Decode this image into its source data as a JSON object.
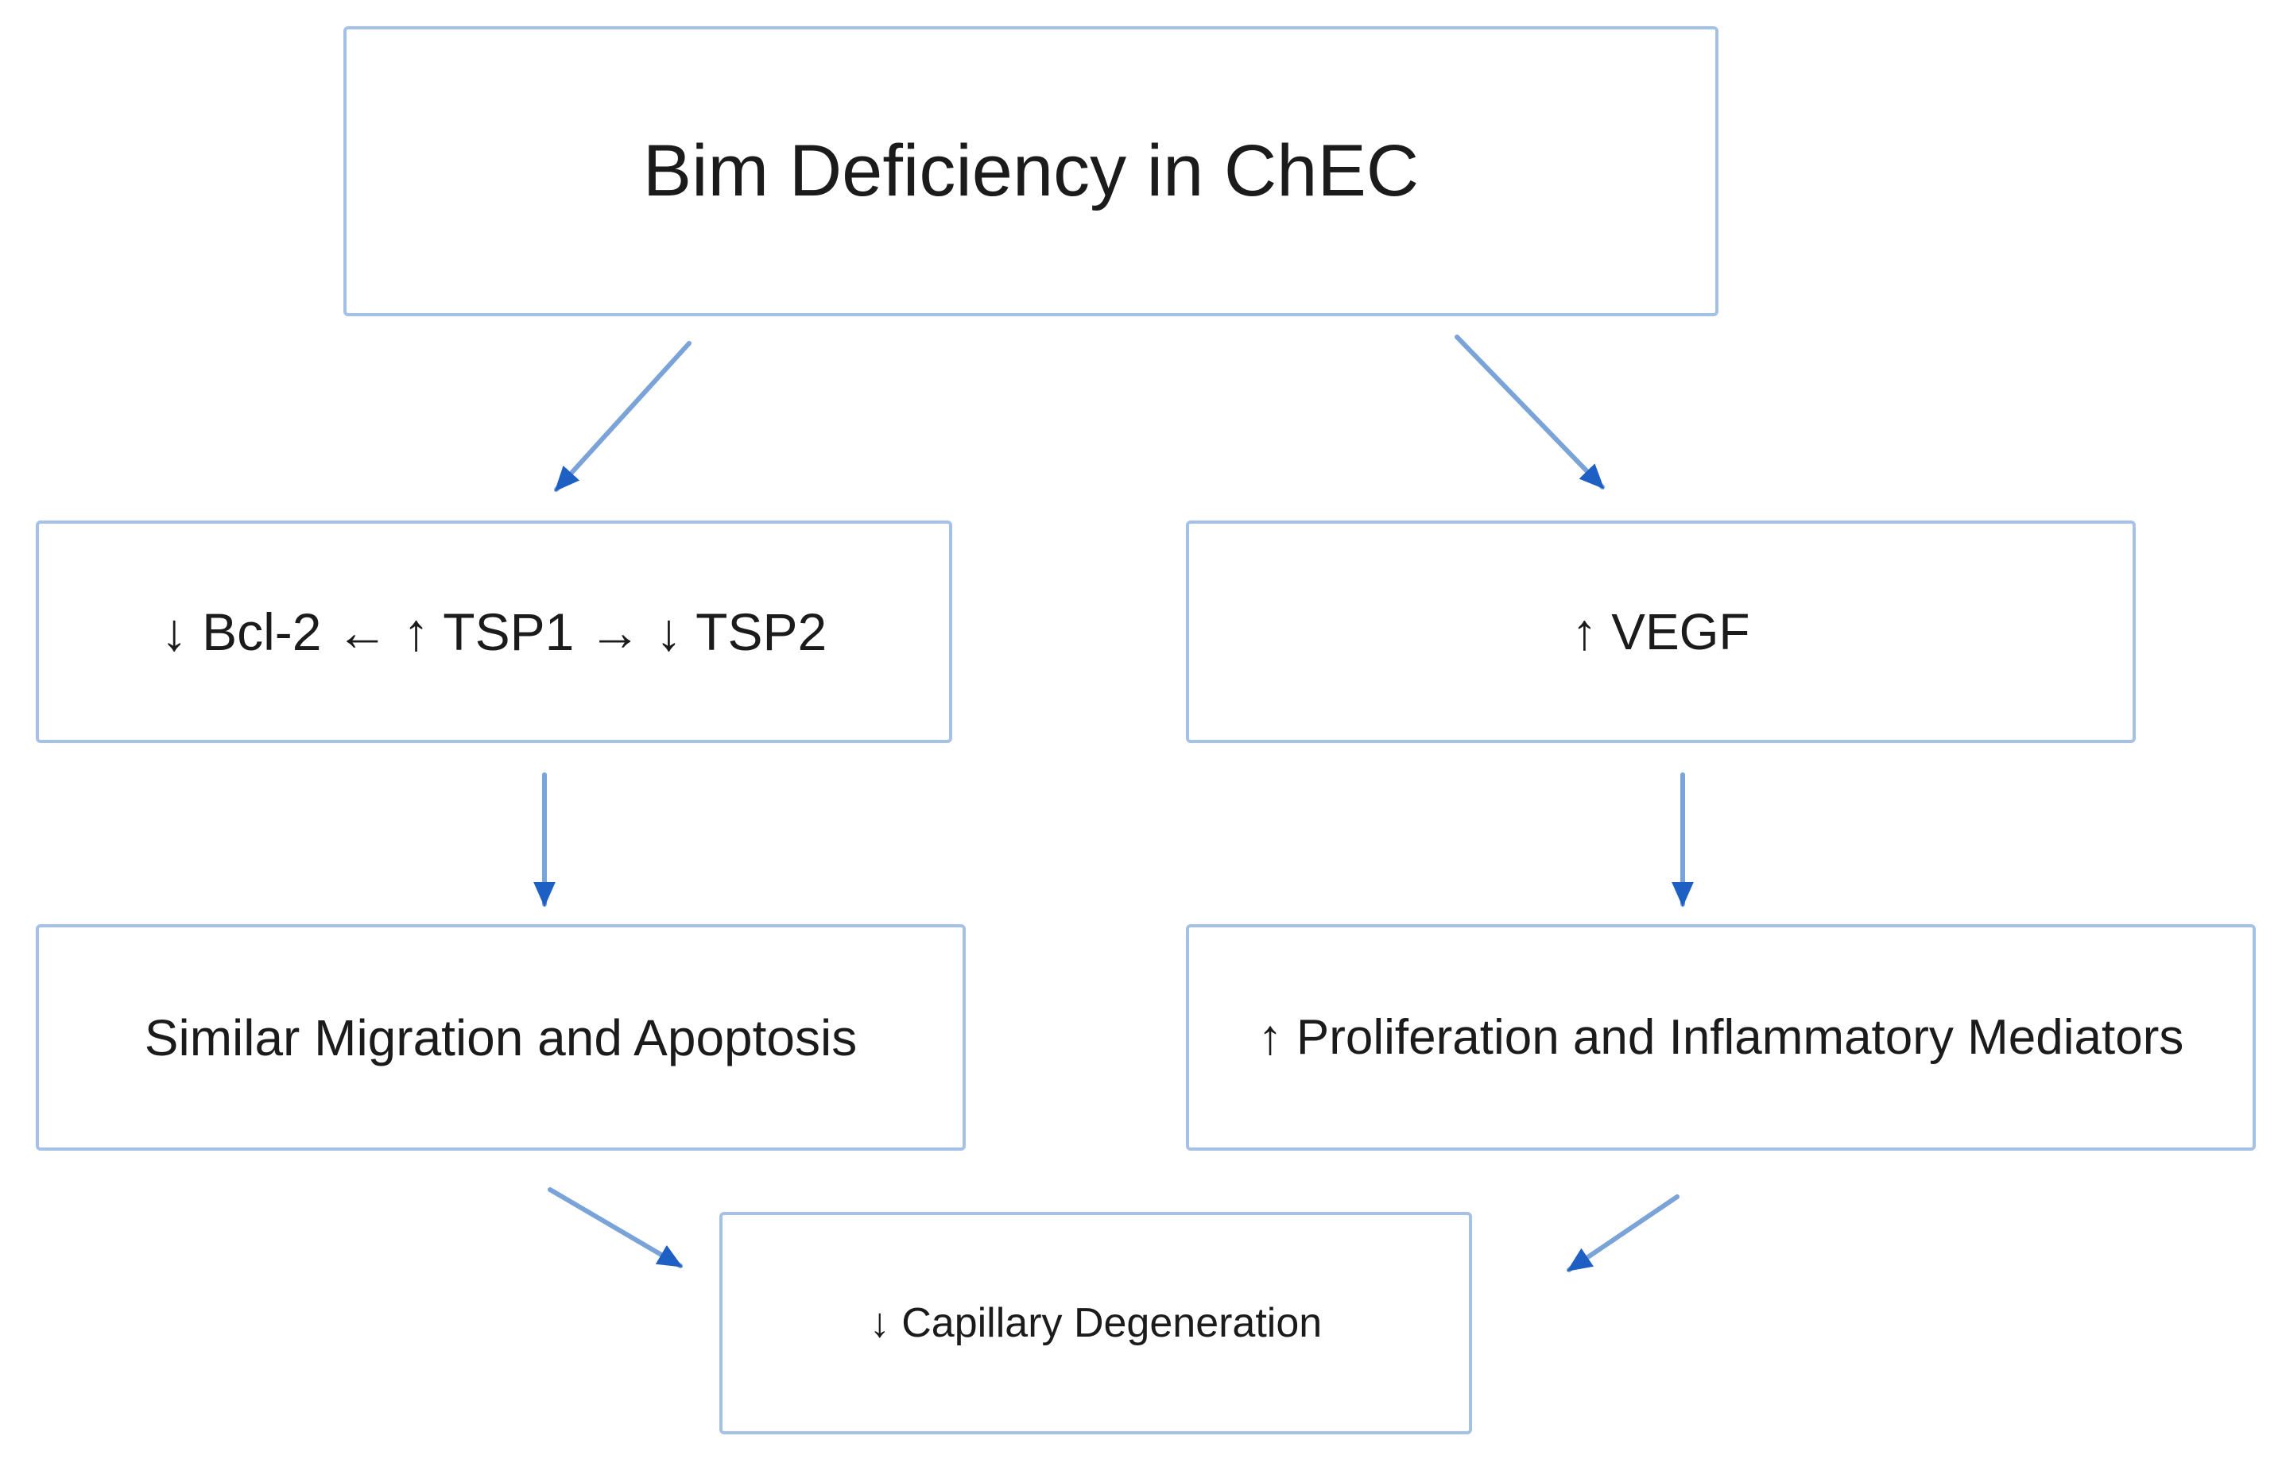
{
  "diagram": {
    "background": "#ffffff",
    "colors": {
      "box_border": "#a6c1e6",
      "arrow_stem": "#7aa3d8",
      "arrow_head": "#1d5fc2",
      "text": "#1b1b1b"
    },
    "nodes": [
      {
        "id": "bim",
        "label": "Bim Deficiency in ChEC"
      },
      {
        "id": "tsp",
        "label": "↓ Bcl-2 ← ↑ TSP1 → ↓ TSP2"
      },
      {
        "id": "vegf",
        "label": "↑ VEGF"
      },
      {
        "id": "migration",
        "label": "Similar Migration and Apoptosis"
      },
      {
        "id": "proliferation",
        "label": "↑ Proliferation and Inflammatory Mediators"
      },
      {
        "id": "capillary",
        "label": "↓ Capillary Degeneration"
      }
    ],
    "edges": [
      {
        "from": "bim",
        "to": "tsp"
      },
      {
        "from": "bim",
        "to": "vegf"
      },
      {
        "from": "tsp",
        "to": "migration"
      },
      {
        "from": "vegf",
        "to": "proliferation"
      },
      {
        "from": "migration",
        "to": "capillary"
      },
      {
        "from": "proliferation",
        "to": "capillary"
      }
    ]
  }
}
